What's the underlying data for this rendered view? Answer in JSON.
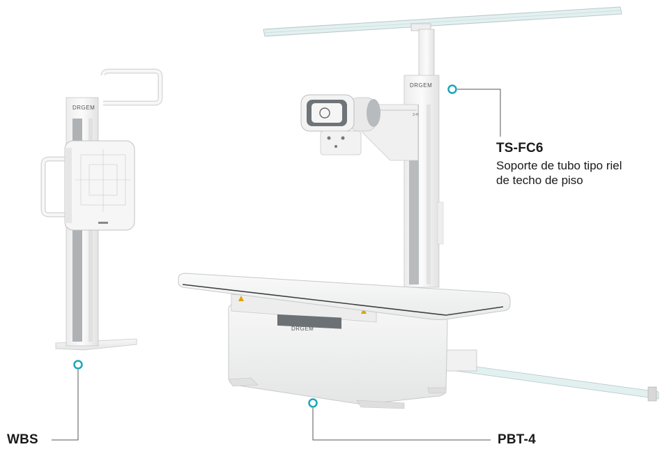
{
  "products": {
    "ceiling_support": {
      "model": "TS-FC6",
      "description_line1": "Soporte de tubo tipo riel",
      "description_line2": "de techo de piso"
    },
    "wall_stand": {
      "model": "WBS"
    },
    "table": {
      "model": "PBT-4"
    }
  },
  "brand": {
    "name": "DRGEM"
  },
  "colors": {
    "accent_marker": "#1aa6b7",
    "leader_line": "#555555",
    "equipment_white": "#f4f5f5",
    "equipment_gray": "#c9cdcf",
    "rail_blue": "#dfeeee"
  }
}
